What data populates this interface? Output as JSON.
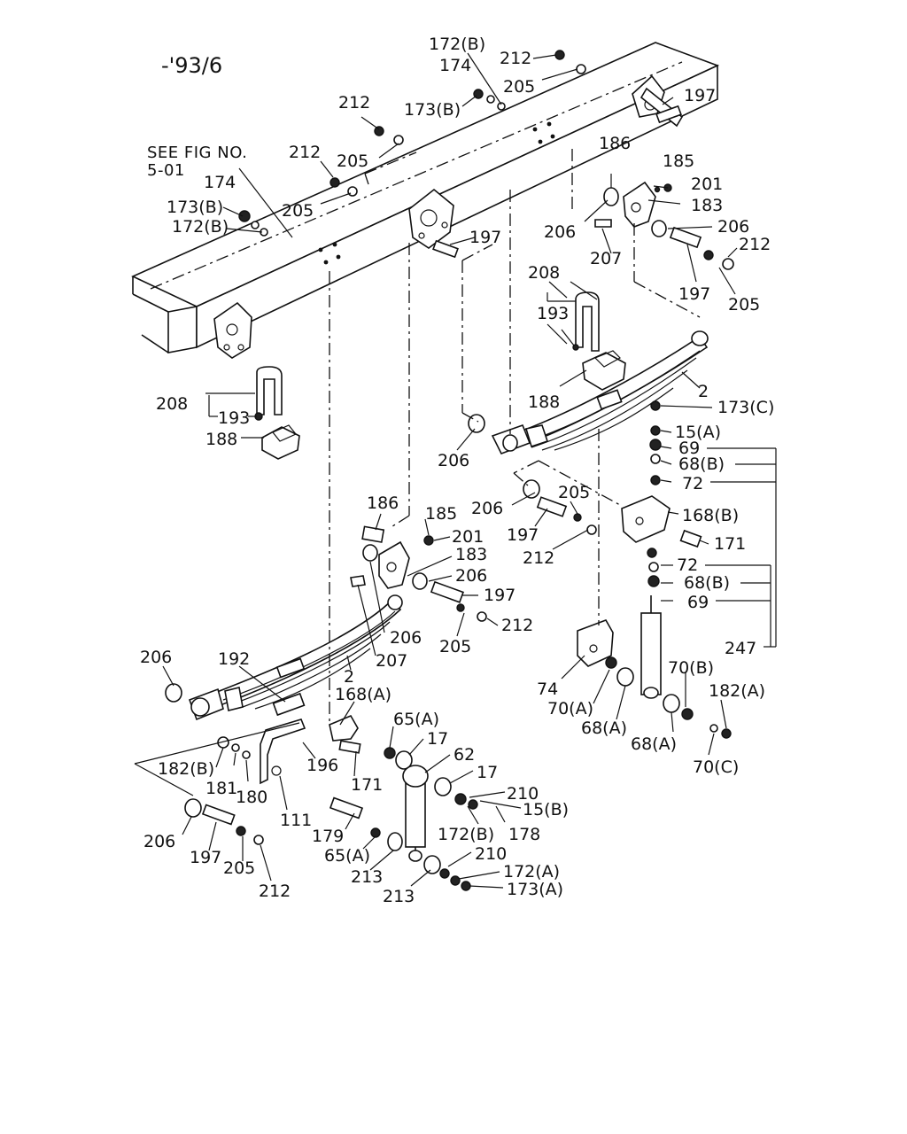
{
  "diagram": {
    "date_code": "-'93/6",
    "see_fig_line1": "SEE FIG NO.",
    "see_fig_line2": "5-01",
    "callouts": [
      "172(B)",
      "212",
      "174",
      "205",
      "173(B)",
      "197",
      "212",
      "212",
      "205",
      "205",
      "174",
      "173(B)",
      "172(B)",
      "186",
      "185",
      "201",
      "183",
      "206",
      "206",
      "212",
      "207",
      "197",
      "205",
      "197",
      "208",
      "193",
      "188",
      "2",
      "173(C)",
      "208",
      "193",
      "188",
      "206",
      "15(A)",
      "69",
      "68(B)",
      "72",
      "205",
      "206",
      "168(B)",
      "197",
      "171",
      "212",
      "186",
      "185",
      "201",
      "183",
      "206",
      "197",
      "212",
      "205",
      "206",
      "207",
      "72",
      "68(B)",
      "69",
      "247",
      "206",
      "192",
      "2",
      "168(A)",
      "74",
      "70(A)",
      "68(A)",
      "70(B)",
      "182(A)",
      "68(A)",
      "70(C)",
      "65(A)",
      "17",
      "62",
      "17",
      "210",
      "15(B)",
      "172(B)",
      "178",
      "182(B)",
      "181",
      "180",
      "196",
      "171",
      "111",
      "179",
      "65(A)",
      "206",
      "197",
      "205",
      "212",
      "213",
      "213",
      "210",
      "172(A)",
      "173(A)"
    ]
  }
}
